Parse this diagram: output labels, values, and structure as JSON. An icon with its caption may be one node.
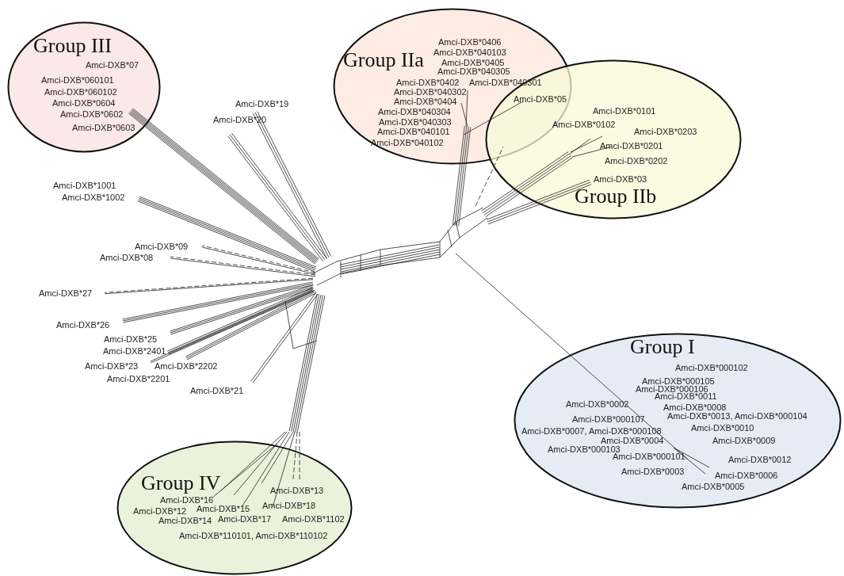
{
  "diagram": {
    "nodes": [
      {
        "text": [
          "Group III",
          "Amci-DXB*07",
          "Amci-DXB*060101",
          "Amci-DXB*060102",
          "Amci-DXB*0604",
          "Amci-DXB*0602",
          "Amci-DXB*0603"
        ]
      },
      {
        "text": [
          "Group IIa",
          "Amci-DXB*0406",
          "Amci-DXB*040103",
          "Amci-DXB*0405",
          "Amci-DXB*040305",
          "Amci-DXB*0402",
          "Amci-DXB*040301",
          "Amci-DXB*040302",
          "Amci-DXB*0404",
          "Amci-DXB*040304",
          "Amci-DXB*040303",
          "Amci-DXB*040101",
          "Amci-DXB*040102"
        ]
      },
      {
        "text": [
          "Amci-DXB*0101",
          "Amci-DXB*0102",
          "Amci-DXB*0203",
          "Amci-DXB*0201",
          "Amci-DXB*0202",
          "Amci-DXB*03",
          "Group IIb"
        ]
      },
      {
        "text": [
          "Group I",
          "Amci-DXB*000102",
          "Amci-DXB*000105",
          "Amci-DXB*000106",
          "Amci-DXB*0011",
          "Amci-DXB*0002",
          "Amci-DXB*0008",
          "Amci-DXB*000107",
          "Amci-DXB*0013, Amci-DXB*000104",
          "Amci-DXB*0007, Amci-DXB*000108",
          "Amci-DXB*0010",
          "Amci-DXB*0004",
          "Amci-DXB*0009",
          "Amci-DXB*000103",
          "Amci-DXB*000101",
          "Amci-DXB*0012",
          "Amci-DXB*0003",
          "Amci-DXB*0006",
          "Amci-DXB*0005"
        ]
      },
      {
        "text": [
          "Group IV",
          "Amci-DXB*13",
          "Amci-DXB*16",
          "Amci-DXB*18",
          "Amci-DXB*12",
          "Amci-DXB*15",
          "Amci-DXB*14",
          "Amci-DXB*17",
          "Amci-DXB*1102",
          "Amci-DXB*110101, Amci-DXB*110102"
        ]
      }
    ],
    "labels": [
      "Amci-DXB*19",
      "Amci-DXB*20",
      "Amci-DXB*05",
      "Amci-DXB*1001",
      "Amci-DXB*1002",
      "Amci-DXB*09",
      "Amci-DXB*08",
      "Amci-DXB*27",
      "Amci-DXB*26",
      "Amci-DXB*25",
      "Amci-DXB*2401",
      "Amci-DXB*23",
      "Amci-DXB*2202",
      "Amci-DXB*2201",
      "Amci-DXB*21"
    ]
  }
}
